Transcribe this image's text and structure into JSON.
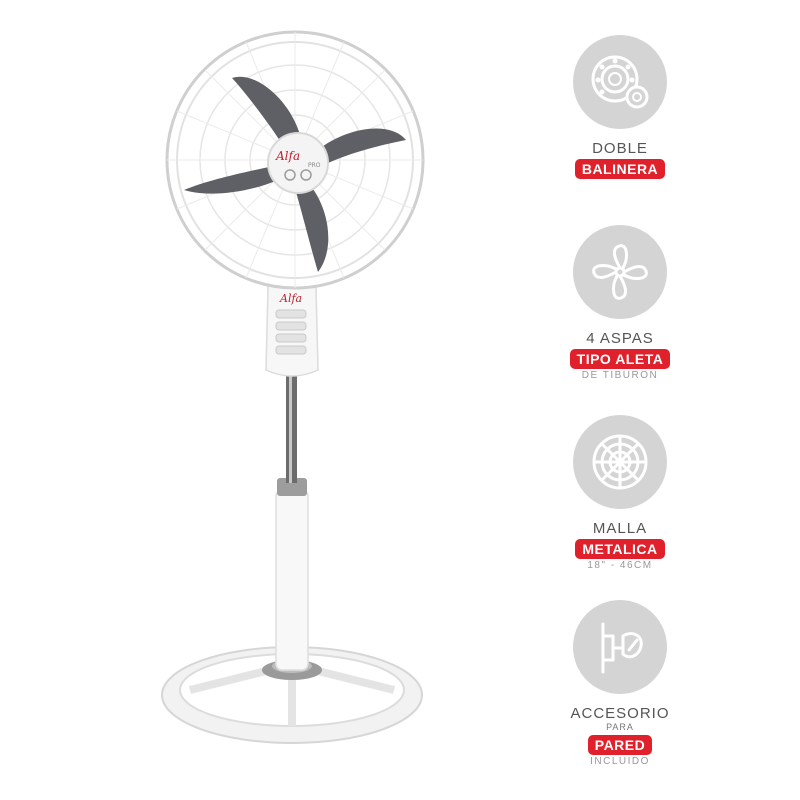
{
  "product": {
    "brand_logo": "Alfa",
    "brand_sub": "PRO"
  },
  "features": [
    {
      "icon": "ball-bearing-icon",
      "top": "DOBLE",
      "small": "",
      "badge": "BALINERA",
      "sub": ""
    },
    {
      "icon": "fan-blade-icon",
      "top": "4 ASPAS",
      "small": "",
      "badge": "TIPO ALETA",
      "sub": "DE TIBURON"
    },
    {
      "icon": "fan-grill-icon",
      "top": "MALLA",
      "small": "",
      "badge": "METALICA",
      "sub": "18\" - 46CM"
    },
    {
      "icon": "wall-mount-icon",
      "top": "ACCESORIO",
      "small": "PARA",
      "badge": "PARED",
      "sub": "INCLUIDO"
    }
  ],
  "colors": {
    "badge_red": "#e0202a",
    "icon_circle": "#d4d4d4",
    "blade_gray": "#5f6065"
  }
}
